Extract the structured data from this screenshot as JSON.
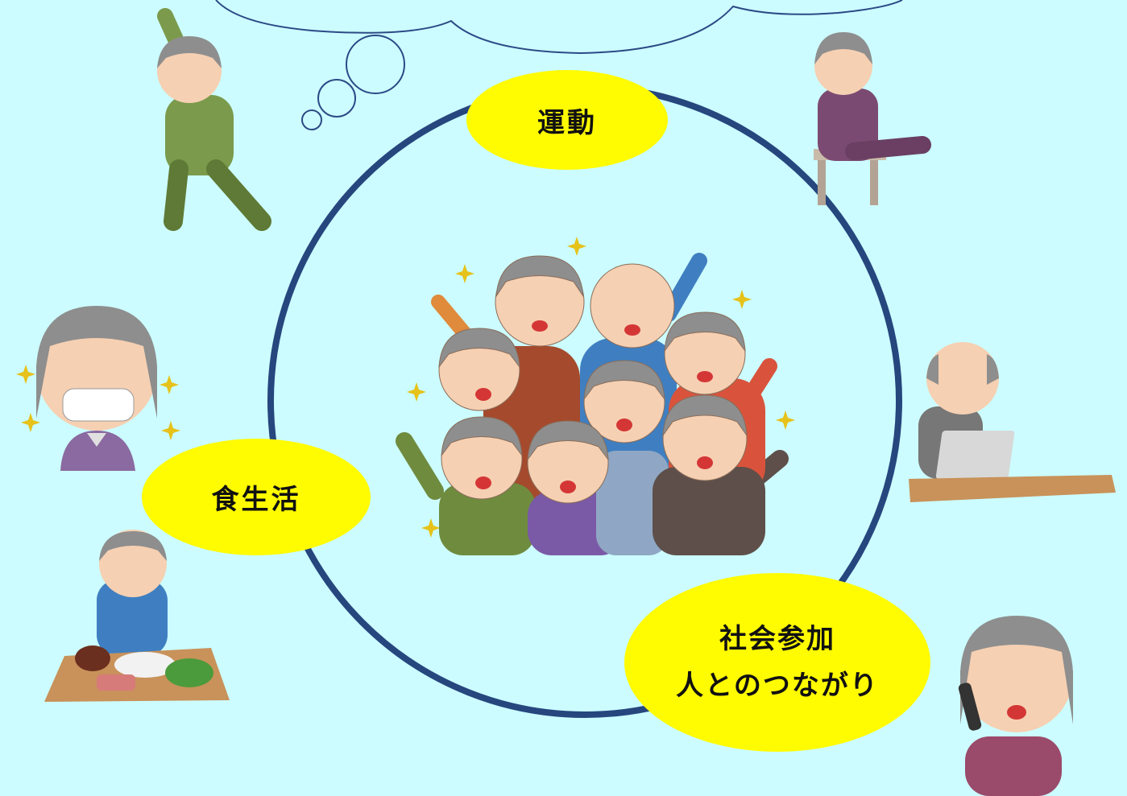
{
  "center_image": "elderly-group-cheering",
  "pillars": {
    "exercise": "運動",
    "diet": "食生活",
    "social_line1": "社会参加",
    "social_line2": "人とのつながり"
  },
  "illustrations": [
    "elderly-stretching",
    "elderly-chair-leg-raise",
    "elderly-smiling-teeth",
    "elderly-laptop",
    "elderly-eating-meal",
    "elderly-phone-call"
  ],
  "colors": {
    "background": "#ccfcff",
    "circle": "#26467e",
    "label_fill": "#fffb00",
    "thought_bubble": "#2c4a86"
  }
}
